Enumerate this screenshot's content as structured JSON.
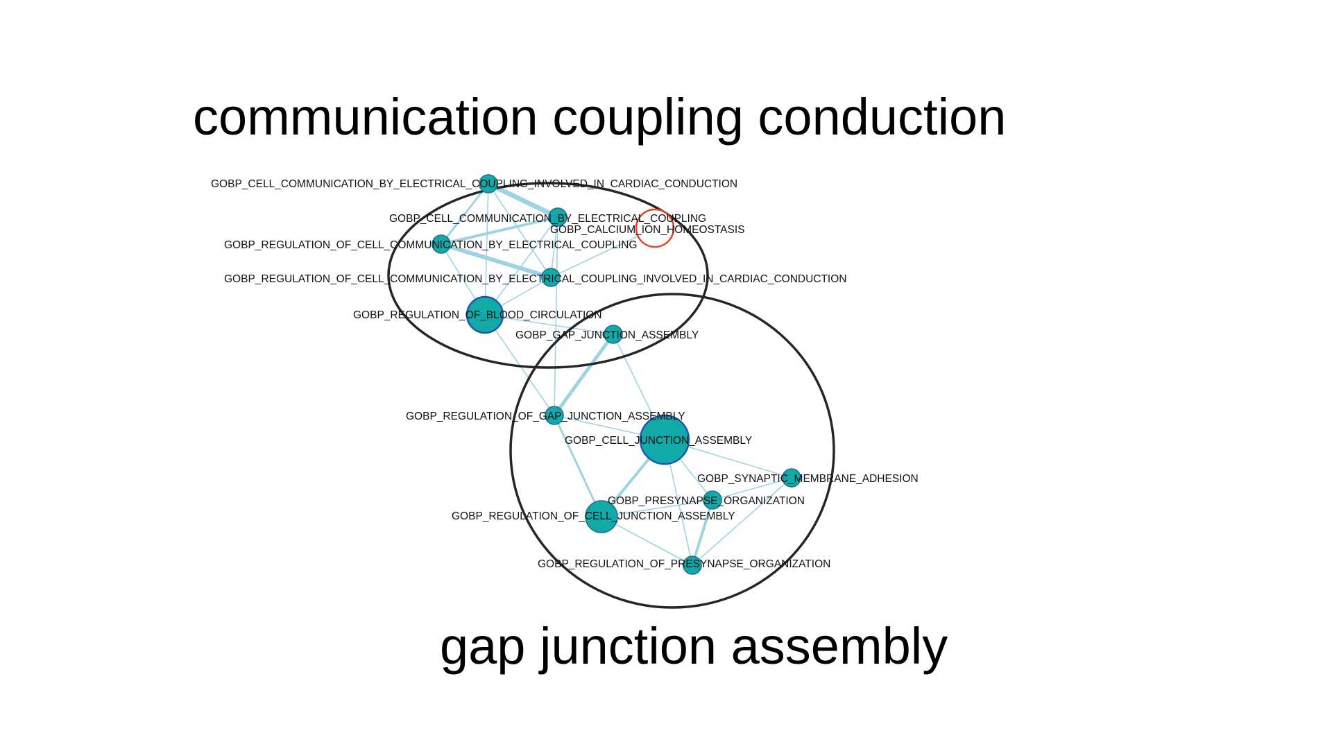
{
  "colors": {
    "node_fill": "#12a9a9",
    "node_stroke": "#1f6f8f",
    "hub_stroke": "#1e56b0",
    "highlight_stroke": "#e0442a",
    "edge": "#9fd3e3",
    "cluster_outline": "#262626",
    "text": "#000000"
  },
  "clusters": [
    {
      "id": "c1",
      "label": "communication coupling conduction"
    },
    {
      "id": "c2",
      "label": "gap junction assembly"
    }
  ],
  "nodes": [
    {
      "id": "n1",
      "label": "GOBP_CELL_COMMUNICATION_BY_ELECTRICAL_COUPLING_INVOLVED_IN_CARDIAC_CONDUCTION",
      "cluster": "c1",
      "style": "normal"
    },
    {
      "id": "n2",
      "label": "GOBP_CELL_COMMUNICATION_BY_ELECTRICAL_COUPLING",
      "cluster": "c1",
      "style": "normal"
    },
    {
      "id": "n3",
      "label": "GOBP_CALCIUM_ION_HOMEOSTASIS",
      "cluster": "c1",
      "style": "highlight"
    },
    {
      "id": "n4",
      "label": "GOBP_REGULATION_OF_CELL_COMMUNICATION_BY_ELECTRICAL_COUPLING",
      "cluster": "c1",
      "style": "normal"
    },
    {
      "id": "n5",
      "label": "GOBP_REGULATION_OF_CELL_COMMUNICATION_BY_ELECTRICAL_COUPLING_INVOLVED_IN_CARDIAC_CONDUCTION",
      "cluster": "c1",
      "style": "normal"
    },
    {
      "id": "n6",
      "label": "GOBP_REGULATION_OF_BLOOD_CIRCULATION",
      "cluster": "c1",
      "style": "hub"
    },
    {
      "id": "n7",
      "label": "GOBP_GAP_JUNCTION_ASSEMBLY",
      "cluster": "c2",
      "style": "normal"
    },
    {
      "id": "n8",
      "label": "GOBP_REGULATION_OF_GAP_JUNCTION_ASSEMBLY",
      "cluster": "c2",
      "style": "normal"
    },
    {
      "id": "n9",
      "label": "GOBP_CELL_JUNCTION_ASSEMBLY",
      "cluster": "c2",
      "style": "hub"
    },
    {
      "id": "n10",
      "label": "GOBP_SYNAPTIC_MEMBRANE_ADHESION",
      "cluster": "c2",
      "style": "normal"
    },
    {
      "id": "n11",
      "label": "GOBP_PRESYNAPSE_ORGANIZATION",
      "cluster": "c2",
      "style": "normal"
    },
    {
      "id": "n12",
      "label": "GOBP_REGULATION_OF_CELL_JUNCTION_ASSEMBLY",
      "cluster": "c2",
      "style": "normal"
    },
    {
      "id": "n13",
      "label": "GOBP_REGULATION_OF_PRESYNAPSE_ORGANIZATION",
      "cluster": "c2",
      "style": "normal"
    }
  ],
  "edges": [
    [
      "n1",
      "n2"
    ],
    [
      "n1",
      "n4"
    ],
    [
      "n1",
      "n5"
    ],
    [
      "n1",
      "n6"
    ],
    [
      "n2",
      "n4"
    ],
    [
      "n2",
      "n5"
    ],
    [
      "n2",
      "n6"
    ],
    [
      "n2",
      "n8"
    ],
    [
      "n4",
      "n5"
    ],
    [
      "n4",
      "n6"
    ],
    [
      "n5",
      "n6"
    ],
    [
      "n5",
      "n3"
    ],
    [
      "n6",
      "n7"
    ],
    [
      "n6",
      "n8"
    ],
    [
      "n7",
      "n8"
    ],
    [
      "n7",
      "n9"
    ],
    [
      "n8",
      "n9"
    ],
    [
      "n8",
      "n12"
    ],
    [
      "n9",
      "n10"
    ],
    [
      "n9",
      "n11"
    ],
    [
      "n9",
      "n12"
    ],
    [
      "n9",
      "n13"
    ],
    [
      "n10",
      "n11"
    ],
    [
      "n10",
      "n13"
    ],
    [
      "n11",
      "n12"
    ],
    [
      "n11",
      "n13"
    ],
    [
      "n12",
      "n13"
    ]
  ]
}
